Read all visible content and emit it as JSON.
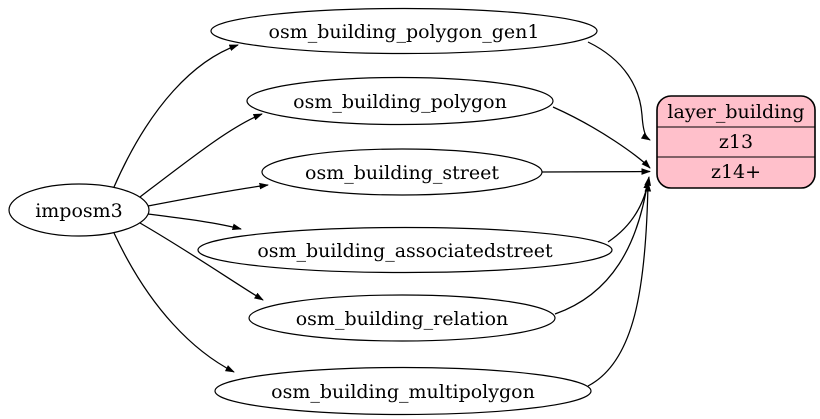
{
  "diagram": {
    "type": "etl-graph",
    "background_color": "#ffffff",
    "edge_color": "#000000",
    "source_node": {
      "label": "imposm3",
      "shape": "ellipse"
    },
    "tables": [
      {
        "label": "osm_building_polygon_gen1",
        "feeds": "z13"
      },
      {
        "label": "osm_building_polygon",
        "feeds": "z14+"
      },
      {
        "label": "osm_building_street",
        "feeds": "z14+"
      },
      {
        "label": "osm_building_associatedstreet",
        "feeds": "z14+"
      },
      {
        "label": "osm_building_relation",
        "feeds": "z14+"
      },
      {
        "label": "osm_building_multipolygon",
        "feeds": "z14+"
      }
    ],
    "layer_node": {
      "title": "layer_building",
      "rows": [
        "z13",
        "z14+"
      ],
      "fill_color": "#ffc0cb",
      "shape": "rounded-record"
    },
    "edges": [
      {
        "from": "imposm3",
        "to": "osm_building_polygon_gen1"
      },
      {
        "from": "imposm3",
        "to": "osm_building_polygon"
      },
      {
        "from": "imposm3",
        "to": "osm_building_street"
      },
      {
        "from": "imposm3",
        "to": "osm_building_associatedstreet"
      },
      {
        "from": "imposm3",
        "to": "osm_building_relation"
      },
      {
        "from": "imposm3",
        "to": "osm_building_multipolygon"
      },
      {
        "from": "osm_building_polygon_gen1",
        "to": "layer_building:z13"
      },
      {
        "from": "osm_building_polygon",
        "to": "layer_building:z14+"
      },
      {
        "from": "osm_building_street",
        "to": "layer_building:z14+"
      },
      {
        "from": "osm_building_associatedstreet",
        "to": "layer_building:z14+"
      },
      {
        "from": "osm_building_relation",
        "to": "layer_building:z14+"
      },
      {
        "from": "osm_building_multipolygon",
        "to": "layer_building:z14+"
      }
    ]
  }
}
